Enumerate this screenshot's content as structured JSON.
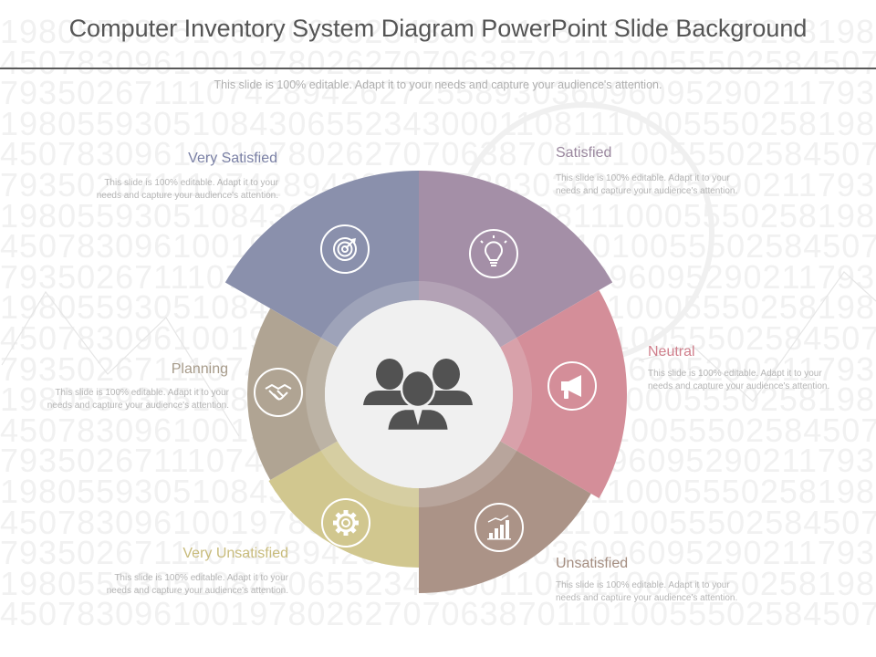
{
  "slide": {
    "title": "Computer Inventory System Diagram PowerPoint Slide Background",
    "subtitle": "This slide is 100% editable. Adapt it to your needs and capture your audience's attention."
  },
  "background_digits": [
    "19805593051084306552343000110811100055502581980",
    "45078309610019780262707063870110100555025845078",
    "79350267111074289426272558930360960952902117935",
    "19805593051084306552343000110811100055502581980",
    "45078309610019780262707063870110100555025845078",
    "79350267111074289426272558930360960952902117935",
    "19805593051084306552343000110811100055502581980",
    "45078309610019780262707063870110100555025845078",
    "79350267111074289426272558930360960952902117935",
    "19805593051084306552343000110811100055502581980",
    "45078309610019780262707063870110100555025845078",
    "79350267111074289426272558930360960952902117935",
    "19805593051084306552343000110811100055502581980",
    "45078309610019780262707063870110100555025845078",
    "79350267111074289426272558930360960952902117935",
    "19805593051084306552343000110811100055502581980",
    "45078309610019780262707063870110100555025845078",
    "79350267111074289426272558930360960952902117935",
    "19805593051084306552343000110811100055502581980",
    "45078309610019780262707063870110100555025845078"
  ],
  "segments": [
    {
      "id": "very-satisfied",
      "label": "Very Satisfied",
      "description": "This slide is 100% editable. Adapt it to your needs and capture your audience's attention.",
      "icon": "target-icon",
      "color": "#8a90ac",
      "label_color": "#7a80a5"
    },
    {
      "id": "satisfied",
      "label": "Satisfied",
      "description": "This slide is 100% editable. Adapt it to your needs and capture your audience's attention.",
      "icon": "lightbulb-icon",
      "color": "#a48fa7",
      "label_color": "#9a879e"
    },
    {
      "id": "neutral",
      "label": "Neutral",
      "description": "This slide is 100% editable. Adapt it to your needs and capture your audience's attention.",
      "icon": "megaphone-icon",
      "color": "#d48e99",
      "label_color": "#d07f8c"
    },
    {
      "id": "unsatisfied",
      "label": "Unsatisfied",
      "description": "This slide is 100% editable. Adapt it to your needs and capture your audience's attention.",
      "icon": "bar-chart-icon",
      "color": "#ab9387",
      "label_color": "#a48d80"
    },
    {
      "id": "very-unsatisfied",
      "label": "Very Unsatisfied",
      "description": "This slide is 100% editable. Adapt it to your needs and capture your audience's attention.",
      "icon": "gear-icon",
      "color": "#d1c78f",
      "label_color": "#c8bb7b"
    },
    {
      "id": "planning",
      "label": "Planning",
      "description": "This slide is 100% editable. Adapt it to your needs and capture your audience's attention.",
      "icon": "handshake-icon",
      "color": "#b0a493",
      "label_color": "#a69a89"
    }
  ],
  "center": {
    "icon": "team-icon",
    "disc_color": "#f0f0f0",
    "icon_color": "#525252"
  }
}
